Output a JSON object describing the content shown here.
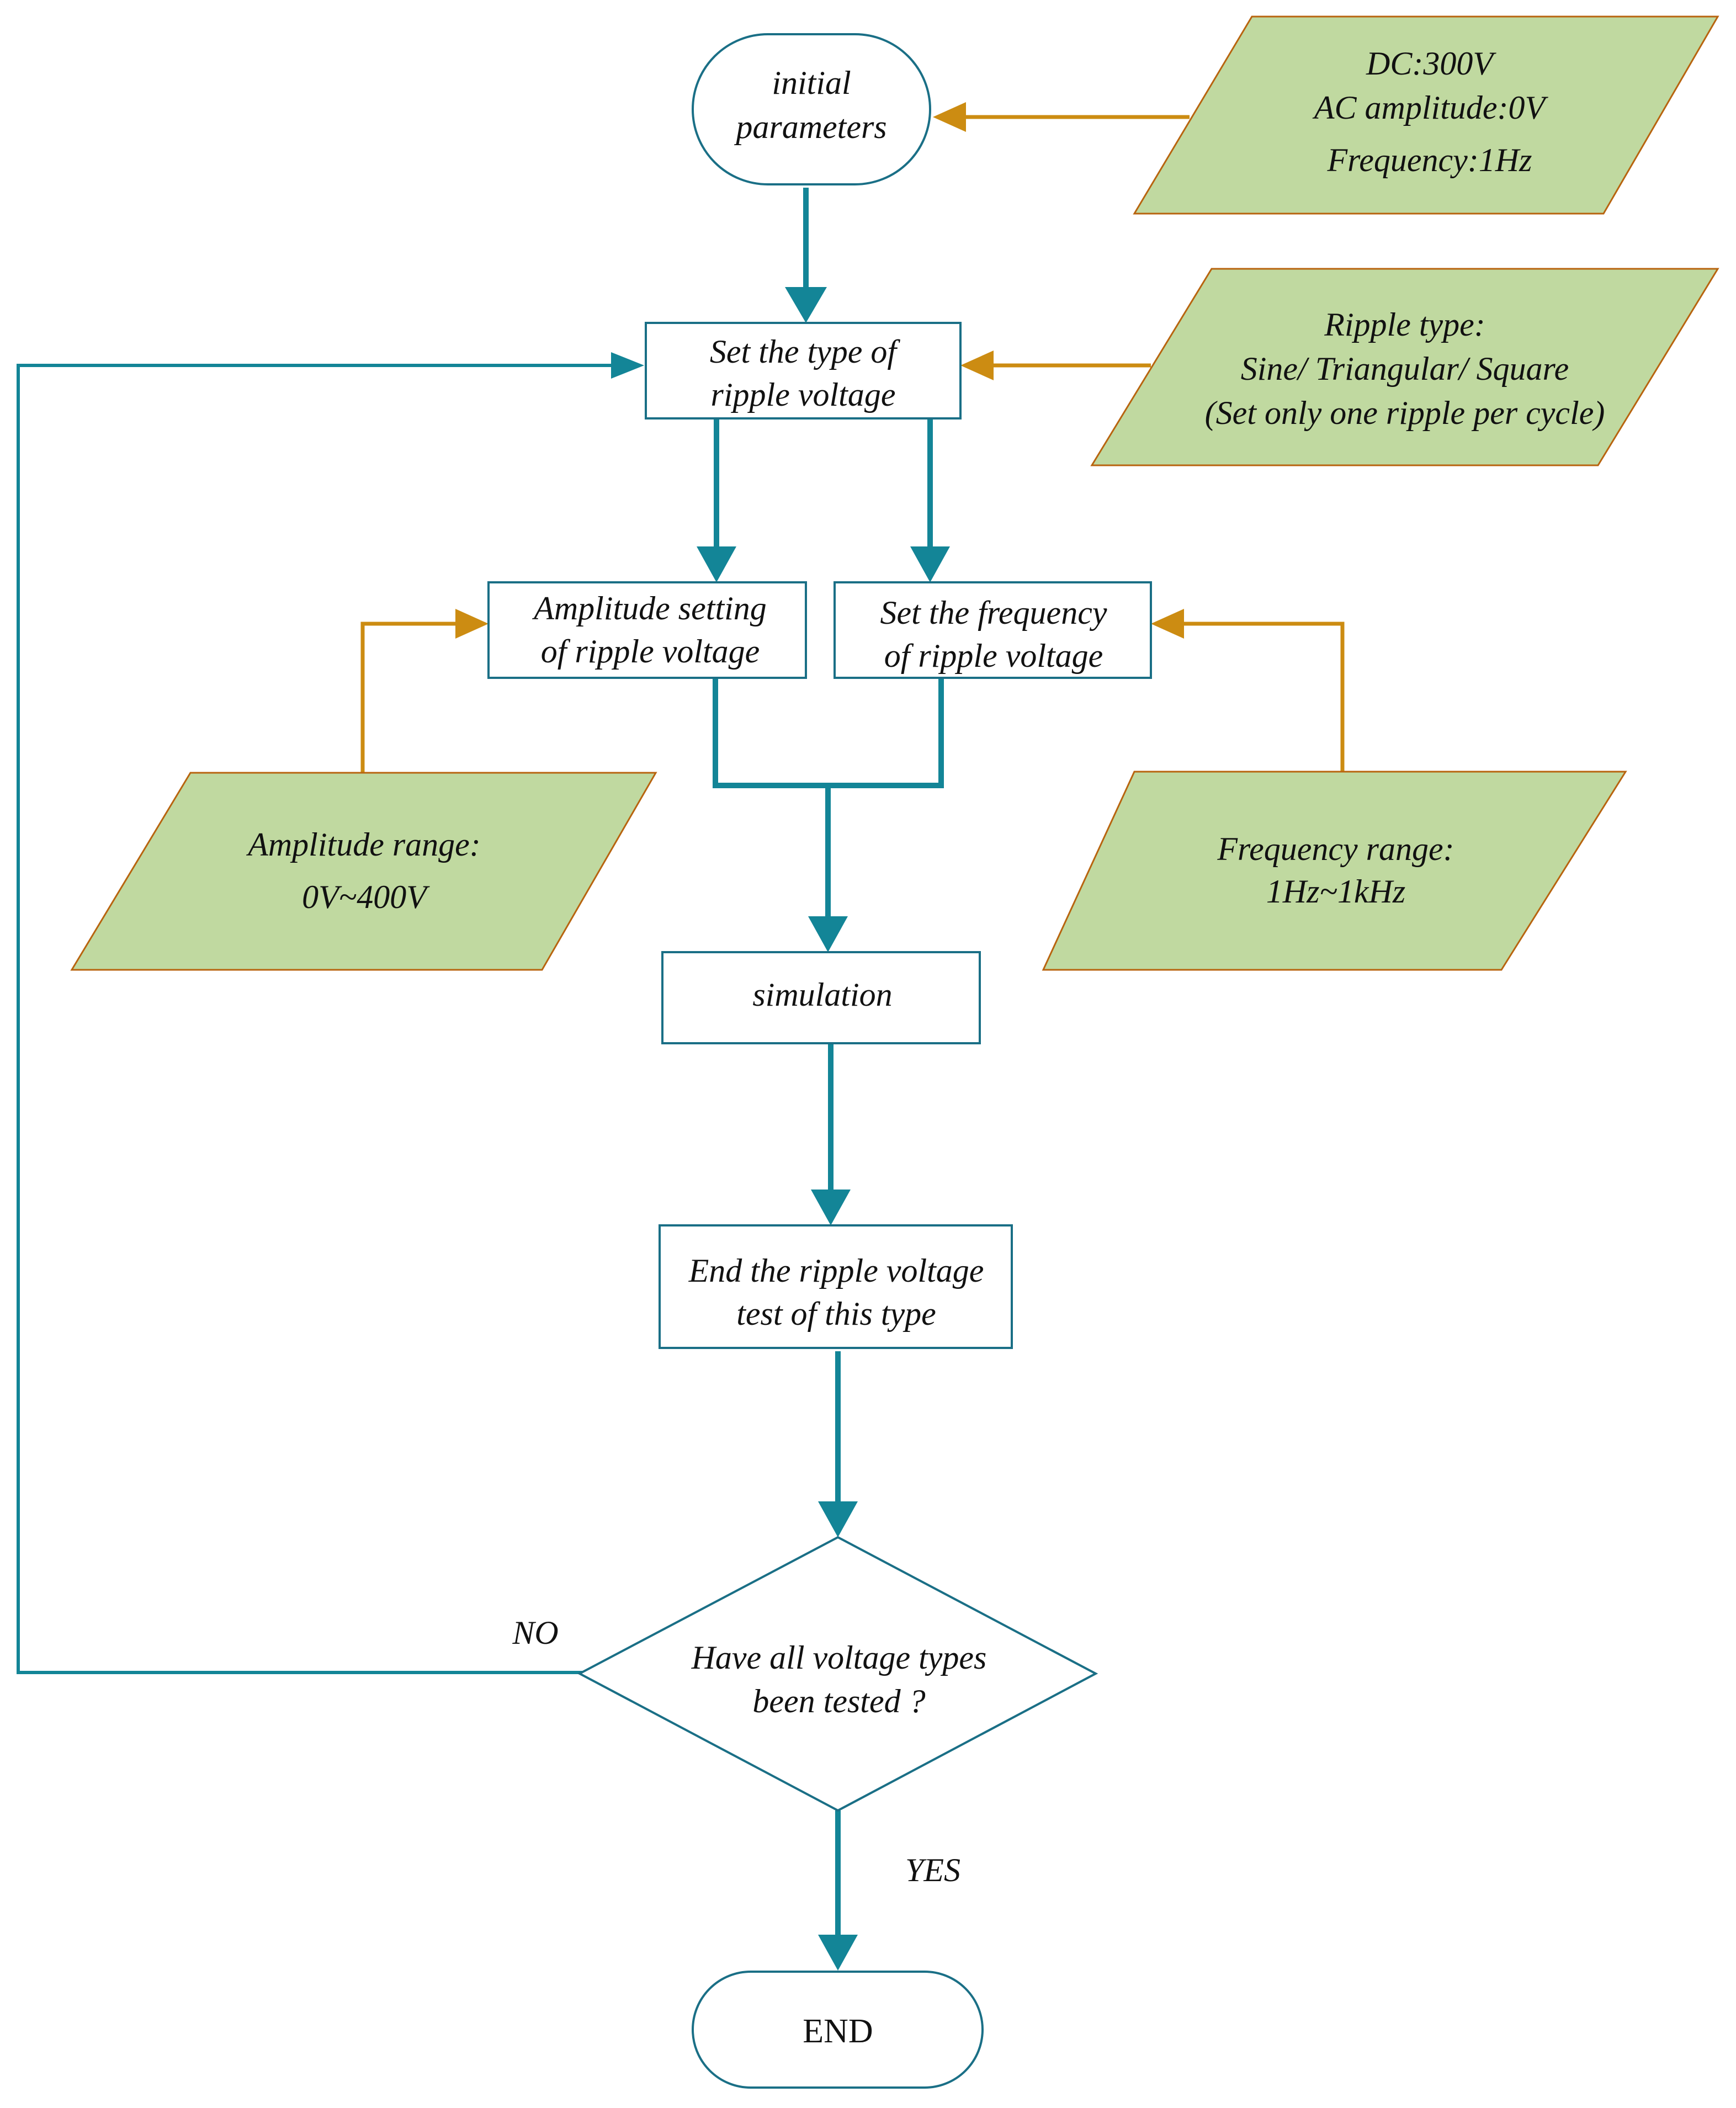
{
  "nodes": {
    "start": {
      "lines": [
        "initial",
        "parameters"
      ]
    },
    "set_type": {
      "lines": [
        "Set the type of",
        "ripple voltage"
      ]
    },
    "amp_setting": {
      "lines": [
        "Amplitude setting",
        "of ripple voltage"
      ]
    },
    "freq_setting": {
      "lines": [
        "Set the frequency",
        "of ripple voltage"
      ]
    },
    "simulation": {
      "lines": [
        "simulation"
      ]
    },
    "end_test": {
      "lines": [
        "End the ripple voltage",
        "test of this type"
      ]
    },
    "decision": {
      "lines": [
        "Have all voltage types",
        "been tested ?"
      ]
    },
    "end": {
      "lines": [
        "END"
      ]
    }
  },
  "inputs": {
    "initial_values": {
      "lines": [
        "DC:300V",
        "AC amplitude:0V",
        "Frequency:1Hz"
      ]
    },
    "ripple_type": {
      "lines": [
        "Ripple type:",
        "Sine/ Triangular/ Square",
        "(Set only one ripple per cycle)"
      ]
    },
    "amplitude_range": {
      "lines": [
        "Amplitude range:",
        "0V~400V"
      ]
    },
    "frequency_range": {
      "lines": [
        "Frequency range:",
        "1Hz~1kHz"
      ]
    }
  },
  "edge_labels": {
    "no": "NO",
    "yes": "YES"
  },
  "colors": {
    "flow_arrow": "#138597",
    "input_arrow": "#cc8c12",
    "input_fill": "#c0d9a0",
    "input_border": "#b8640f",
    "box_border": "#1a6f86"
  }
}
